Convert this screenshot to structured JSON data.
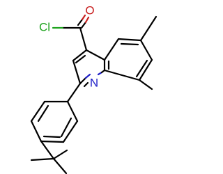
{
  "atoms": {
    "o": {
      "label": "O",
      "color": "#c81e1e"
    },
    "cl": {
      "label": "Cl",
      "color": "#1fa31f"
    },
    "n": {
      "label": "N",
      "color": "#2020c8"
    }
  }
}
